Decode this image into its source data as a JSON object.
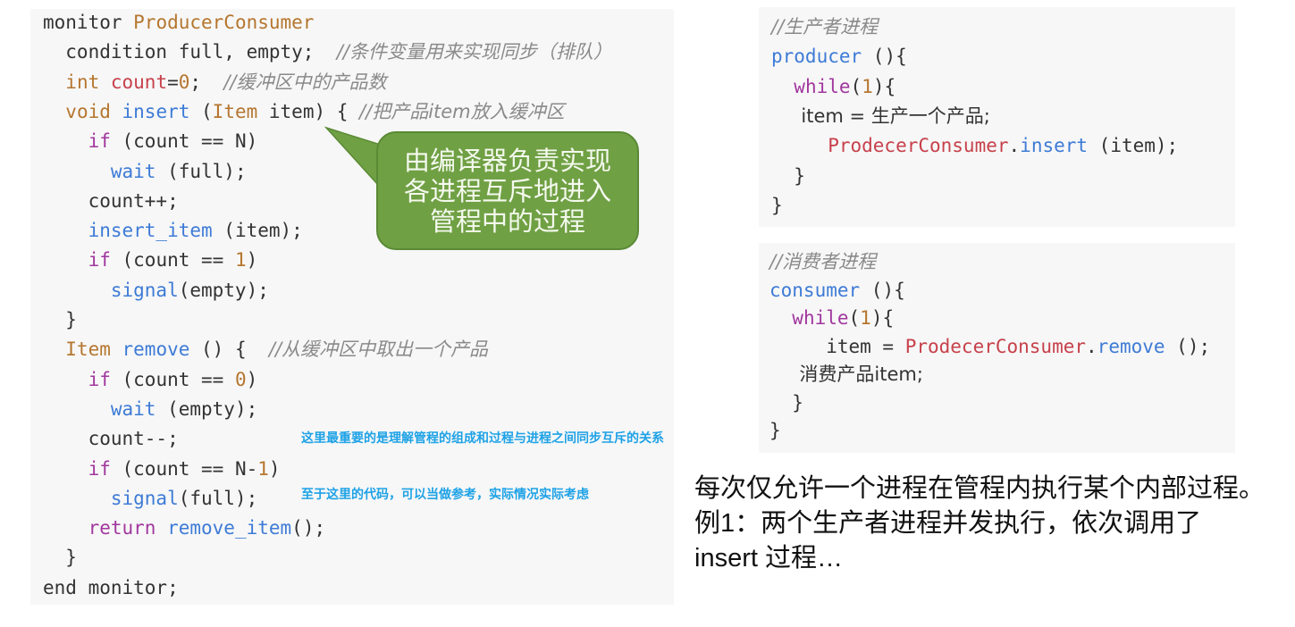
{
  "main_code": {
    "lines": [
      {
        "segments": [
          [
            "monitor ",
            "plain"
          ],
          [
            "ProducerConsumer",
            "orange"
          ]
        ]
      },
      {
        "segments": [
          [
            "  condition full, empty;  ",
            "plain"
          ],
          [
            "//条件变量用来实现同步（排队）",
            "comment"
          ]
        ]
      },
      {
        "segments": [
          [
            "  ",
            "plain"
          ],
          [
            "int ",
            "orange"
          ],
          [
            "count",
            "red"
          ],
          [
            "=",
            "plain"
          ],
          [
            "0",
            "num"
          ],
          [
            ";  ",
            "plain"
          ],
          [
            "//缓冲区中的产品数",
            "comment"
          ]
        ]
      },
      {
        "segments": [
          [
            "  ",
            "plain"
          ],
          [
            "void ",
            "orange"
          ],
          [
            "insert",
            "blue"
          ],
          [
            " (",
            "plain"
          ],
          [
            "Item",
            "orange"
          ],
          [
            " item) { ",
            "plain"
          ],
          [
            "//把产品item放入缓冲区",
            "comment"
          ]
        ]
      },
      {
        "segments": [
          [
            "    ",
            "plain"
          ],
          [
            "if",
            "purple"
          ],
          [
            " (count == N)",
            "plain"
          ]
        ]
      },
      {
        "segments": [
          [
            "      ",
            "plain"
          ],
          [
            "wait",
            "blue"
          ],
          [
            " (full);",
            "plain"
          ]
        ]
      },
      {
        "segments": [
          [
            "    count++;",
            "plain"
          ]
        ]
      },
      {
        "segments": [
          [
            "    ",
            "plain"
          ],
          [
            "insert_item",
            "blue"
          ],
          [
            " (item);",
            "plain"
          ]
        ]
      },
      {
        "segments": [
          [
            "    ",
            "plain"
          ],
          [
            "if",
            "purple"
          ],
          [
            " (count == ",
            "plain"
          ],
          [
            "1",
            "num"
          ],
          [
            ")",
            "plain"
          ]
        ]
      },
      {
        "segments": [
          [
            "      ",
            "plain"
          ],
          [
            "signal",
            "blue"
          ],
          [
            "(empty);",
            "plain"
          ]
        ]
      },
      {
        "segments": [
          [
            "  }",
            "plain"
          ]
        ]
      },
      {
        "segments": [
          [
            "  ",
            "plain"
          ],
          [
            "Item ",
            "orange"
          ],
          [
            "remove",
            "blue"
          ],
          [
            " () {  ",
            "plain"
          ],
          [
            "//从缓冲区中取出一个产品",
            "comment"
          ]
        ]
      },
      {
        "segments": [
          [
            "    ",
            "plain"
          ],
          [
            "if",
            "purple"
          ],
          [
            " (count == ",
            "plain"
          ],
          [
            "0",
            "num"
          ],
          [
            ")",
            "plain"
          ]
        ]
      },
      {
        "segments": [
          [
            "      ",
            "plain"
          ],
          [
            "wait",
            "blue"
          ],
          [
            " (empty);",
            "plain"
          ]
        ]
      },
      {
        "segments": [
          [
            "    count--;",
            "plain"
          ]
        ]
      },
      {
        "segments": [
          [
            "    ",
            "plain"
          ],
          [
            "if",
            "purple"
          ],
          [
            " (count == N-",
            "plain"
          ],
          [
            "1",
            "num"
          ],
          [
            ")",
            "plain"
          ]
        ]
      },
      {
        "segments": [
          [
            "      ",
            "plain"
          ],
          [
            "signal",
            "blue"
          ],
          [
            "(full);",
            "plain"
          ]
        ]
      },
      {
        "segments": [
          [
            "    ",
            "plain"
          ],
          [
            "return ",
            "purple"
          ],
          [
            "remove_item",
            "blue"
          ],
          [
            "();",
            "plain"
          ]
        ]
      },
      {
        "segments": [
          [
            "  }",
            "plain"
          ]
        ]
      },
      {
        "segments": [
          [
            "end monitor;",
            "plain"
          ]
        ]
      }
    ]
  },
  "producer_code": {
    "lines": [
      {
        "segments": [
          [
            "//生产者进程",
            "comment"
          ]
        ]
      },
      {
        "segments": [
          [
            "producer",
            "blue"
          ],
          [
            " (){",
            "plain"
          ]
        ]
      },
      {
        "segments": [
          [
            "  ",
            "plain"
          ],
          [
            "while",
            "purple"
          ],
          [
            "(",
            "plain"
          ],
          [
            "1",
            "num"
          ],
          [
            "){",
            "plain"
          ]
        ]
      },
      {
        "segments": [
          [
            "     item = 生产一个产品;",
            "plain"
          ]
        ]
      },
      {
        "segments": [
          [
            "     ",
            "plain"
          ],
          [
            "ProdecerConsumer",
            "red"
          ],
          [
            ".",
            "plain"
          ],
          [
            "insert",
            "blue"
          ],
          [
            " (item);",
            "plain"
          ]
        ]
      },
      {
        "segments": [
          [
            "  }",
            "plain"
          ]
        ]
      },
      {
        "segments": [
          [
            "}",
            "plain"
          ]
        ]
      }
    ]
  },
  "consumer_code": {
    "lines": [
      {
        "segments": [
          [
            "//消费者进程",
            "comment"
          ]
        ]
      },
      {
        "segments": [
          [
            "consumer",
            "blue"
          ],
          [
            " (){",
            "plain"
          ]
        ]
      },
      {
        "segments": [
          [
            "  ",
            "plain"
          ],
          [
            "while",
            "purple"
          ],
          [
            "(",
            "plain"
          ],
          [
            "1",
            "num"
          ],
          [
            "){",
            "plain"
          ]
        ]
      },
      {
        "segments": [
          [
            "     item = ",
            "plain"
          ],
          [
            "ProdecerConsumer",
            "red"
          ],
          [
            ".",
            "plain"
          ],
          [
            "remove",
            "blue"
          ],
          [
            " ();",
            "plain"
          ]
        ]
      },
      {
        "segments": [
          [
            "     消费产品item;",
            "plain"
          ]
        ]
      },
      {
        "segments": [
          [
            "  }",
            "plain"
          ]
        ]
      },
      {
        "segments": [
          [
            "}",
            "plain"
          ]
        ]
      }
    ]
  },
  "callout": {
    "lines": [
      "由编译器负责实现",
      "各进程互斥地进入",
      "管程中的过程"
    ],
    "color": "#70a044"
  },
  "note": {
    "lines": [
      "这里最重要的是理解管程的组成和过程与进程之间同步互斥的关系",
      "至于这里的代码，可以当做参考，实际情况实际考虑"
    ],
    "color": "#1ea2e6"
  },
  "description": {
    "lines": [
      "每次仅允许一个进程在管程内执行某个内部过程。",
      "例1：两个生产者进程并发执行，依次调用了",
      "insert 过程…"
    ]
  }
}
